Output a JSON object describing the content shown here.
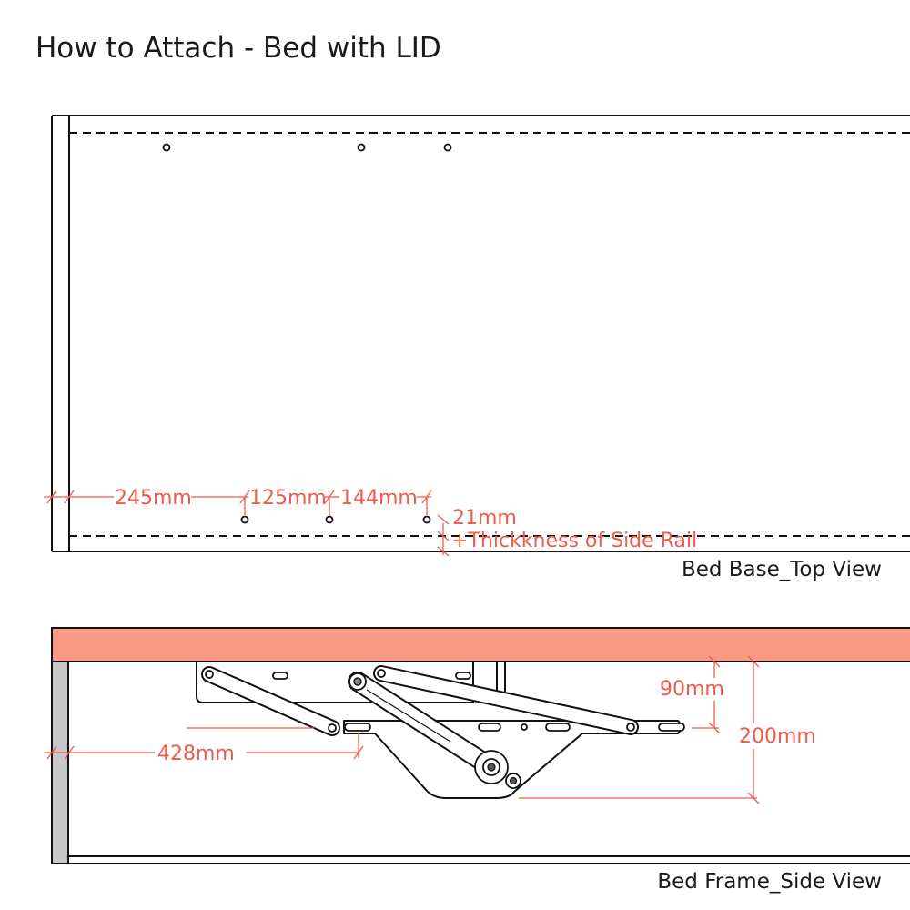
{
  "title": "How to Attach - Bed with LID",
  "top_view": {
    "caption": "Bed Base_Top View",
    "dims": {
      "d1": "245mm",
      "d2": "125mm",
      "d3": "144mm",
      "d4": "21mm",
      "d5": "+Thickkness of Side Rail"
    }
  },
  "side_view": {
    "caption": "Bed Frame_Side View",
    "dims": {
      "d1": "428mm",
      "d2": "90mm",
      "d3": "200mm"
    }
  },
  "colors": {
    "dimension": "#ee5c4c",
    "lid": "#fa9a82",
    "side_rail": "#c8c8c8",
    "line": "#111111"
  }
}
